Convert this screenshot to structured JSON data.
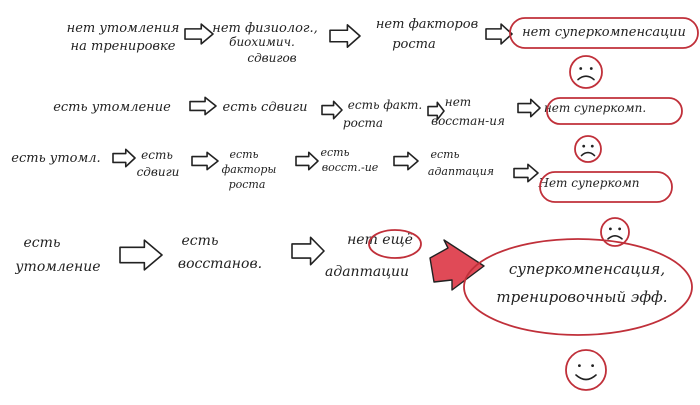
{
  "colors": {
    "ink": "#222222",
    "accent": "#c0303a",
    "fill": "#e04a57"
  },
  "rows": [
    {
      "nodes": [
        {
          "lines": [
            "нет утомления",
            "на тренировке"
          ]
        },
        {
          "lines": [
            "нет физиолог.,",
            "биохимич.",
            "сдвигов"
          ]
        },
        {
          "lines": [
            "нет факторов",
            "роста"
          ]
        },
        {
          "lines": [
            "нет суперкомпенсации"
          ]
        }
      ]
    },
    {
      "nodes": [
        {
          "lines": [
            "есть утомление"
          ]
        },
        {
          "lines": [
            "есть сдвиги"
          ]
        },
        {
          "lines": [
            "есть факт.",
            "роста"
          ]
        },
        {
          "lines": [
            "нет",
            "восстан-ия"
          ]
        },
        {
          "lines": [
            "нет суперкомп."
          ]
        }
      ]
    },
    {
      "nodes": [
        {
          "lines": [
            "есть утомл."
          ]
        },
        {
          "lines": [
            "есть",
            "сдвиги"
          ]
        },
        {
          "lines": [
            "есть",
            "факторы",
            "роста"
          ]
        },
        {
          "lines": [
            "есть",
            "восст.-ие"
          ]
        },
        {
          "lines": [
            "есть",
            "адаптация"
          ]
        },
        {
          "lines": [
            "Нет суперкомп"
          ]
        }
      ]
    },
    {
      "nodes": [
        {
          "lines": [
            "есть",
            "утомление"
          ]
        },
        {
          "lines": [
            "есть",
            "восстанов."
          ]
        },
        {
          "lines": [
            "нет ещё",
            "адаптации"
          ]
        },
        {
          "lines": [
            "суперкомпенсация,",
            "тренировочный эфф."
          ]
        }
      ]
    }
  ],
  "faces": [
    {
      "mood": "sad"
    },
    {
      "mood": "sad"
    },
    {
      "mood": "sad"
    },
    {
      "mood": "happy"
    }
  ]
}
